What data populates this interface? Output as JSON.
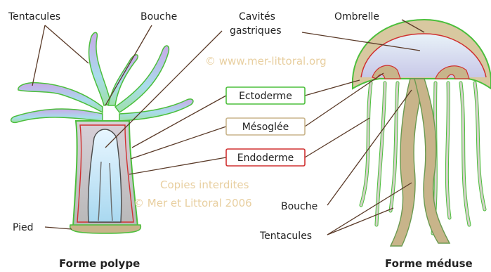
{
  "labels": {
    "tentacules_top": "Tentacules",
    "bouche_top": "Bouche",
    "cavites_line1": "Cavités",
    "cavites_line2": "gastriques",
    "ombrelle": "Ombrelle",
    "pied": "Pied",
    "bouche_bottom": "Bouche",
    "tentacules_bottom": "Tentacules"
  },
  "layers": {
    "ectoderme": "Ectoderme",
    "mesoglee": "Mésoglée",
    "endoderme": "Endoderme"
  },
  "titles": {
    "polype": "Forme polype",
    "meduse": "Forme méduse"
  },
  "watermarks": {
    "site": "© www.mer-littoral.org",
    "copies": "Copies interdites",
    "copyright": "© Mer et Littoral 2006"
  },
  "colors": {
    "ectoderme": "#4cbf3c",
    "mesoglee": "#c8b48a",
    "endoderme": "#d03030",
    "leader": "#5a3a28"
  }
}
